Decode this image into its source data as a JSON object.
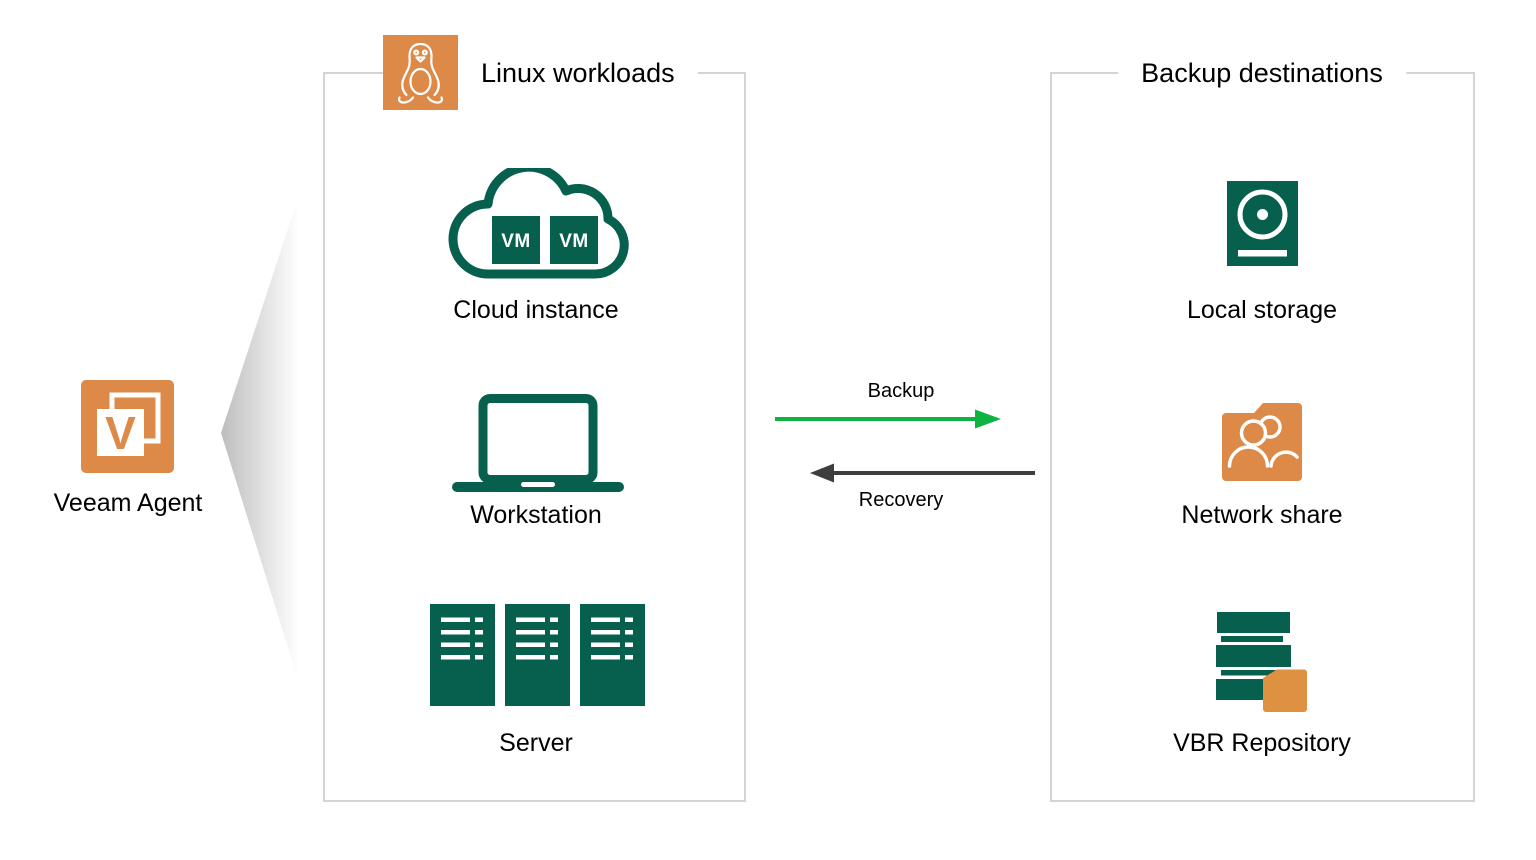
{
  "agent": {
    "label": "Veeam Agent",
    "icon_letter": "V"
  },
  "linux_panel": {
    "title": "Linux workloads",
    "vm_label": "VM",
    "items": [
      {
        "label": "Cloud instance"
      },
      {
        "label": "Workstation"
      },
      {
        "label": "Server"
      }
    ]
  },
  "flows": {
    "backup": {
      "label": "Backup",
      "color": "#0fb342"
    },
    "recovery": {
      "label": "Recovery",
      "color": "#3e3e3e"
    }
  },
  "destinations_panel": {
    "title": "Backup destinations",
    "items": [
      {
        "label": "Local storage"
      },
      {
        "label": "Network share"
      },
      {
        "label": "VBR Repository"
      }
    ]
  },
  "colors": {
    "veeam_orange": "#dd8a49",
    "veeam_dark_green": "#07604e",
    "backup_green": "#0fb342",
    "recovery_gray": "#3e3e3e",
    "panel_border": "#d4d4d4",
    "beam_gray": "#bdbdbd"
  },
  "icons": {
    "agent": "veeam-agent-icon",
    "linux": "tux-icon",
    "cloud_instance": "cloud-vm-icon",
    "workstation": "laptop-icon",
    "server": "server-stack-icon",
    "local_storage": "hard-disk-icon",
    "network_share": "shared-folder-icon",
    "vbr_repository": "repository-folder-icon"
  }
}
